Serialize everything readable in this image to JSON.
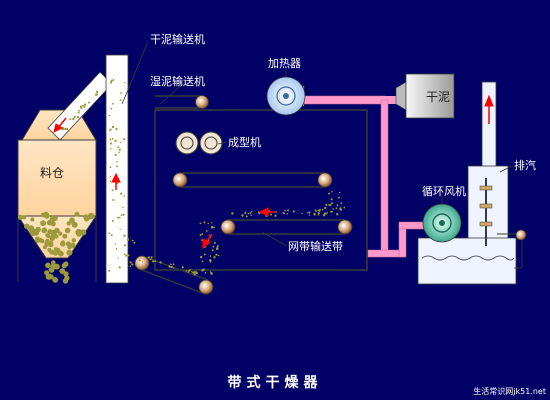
{
  "labels": {
    "dry_conveyor": "干泥输送机",
    "wet_conveyor": "湿泥输送机",
    "hopper": "料仓",
    "roller": "成型机",
    "heater": "加热器",
    "dry_mud": "干泥",
    "exhaust": "排汽",
    "circ_fan": "循环风机",
    "belt": "网带输送带"
  },
  "caption": "带式干燥器",
  "credit": "生活常识网jk51.net",
  "colors": {
    "background": "#000066",
    "pipe": "#ff99cc",
    "equipment": "#eef3ff",
    "particle": "#9c9a3a",
    "arrow": "#ff0000"
  }
}
